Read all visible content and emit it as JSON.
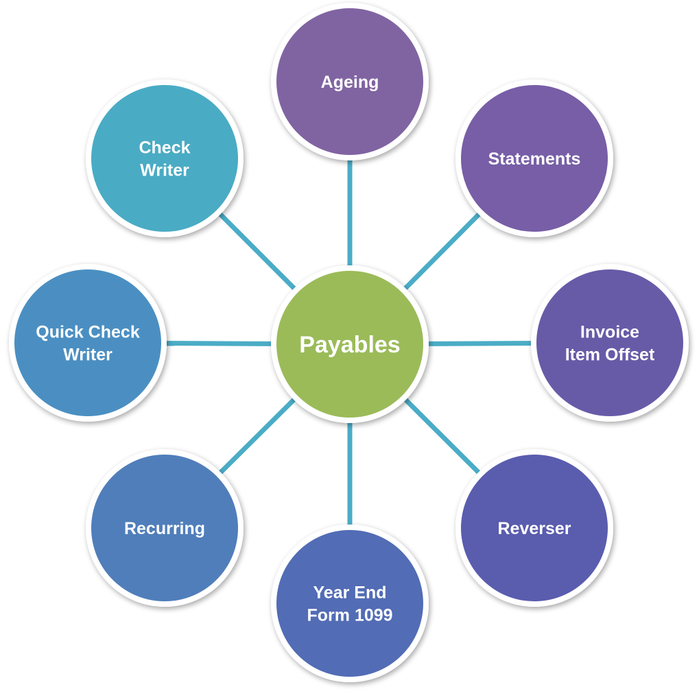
{
  "diagram": {
    "hub": {
      "label_lines": [
        "Payables"
      ],
      "color": "#9bbb59"
    },
    "connector_color": "#4bacc6",
    "satellites": [
      {
        "id": "ageing",
        "label_lines": [
          "Ageing"
        ],
        "color": "#8064a2"
      },
      {
        "id": "statements",
        "label_lines": [
          "Statements"
        ],
        "color": "#775ea6"
      },
      {
        "id": "invoice-offset",
        "label_lines": [
          "Invoice",
          "Item Offset"
        ],
        "color": "#675ba8"
      },
      {
        "id": "reverser",
        "label_lines": [
          "Reverser"
        ],
        "color": "#5a5cae"
      },
      {
        "id": "year-end",
        "label_lines": [
          "Year End",
          "Form 1099"
        ],
        "color": "#526cb5"
      },
      {
        "id": "recurring",
        "label_lines": [
          "Recurring"
        ],
        "color": "#507eba"
      },
      {
        "id": "quick-check",
        "label_lines": [
          "Quick Check",
          "Writer"
        ],
        "color": "#4b8fc2"
      },
      {
        "id": "check-writer",
        "label_lines": [
          "Check",
          "Writer"
        ],
        "color": "#4aabc4"
      }
    ]
  }
}
